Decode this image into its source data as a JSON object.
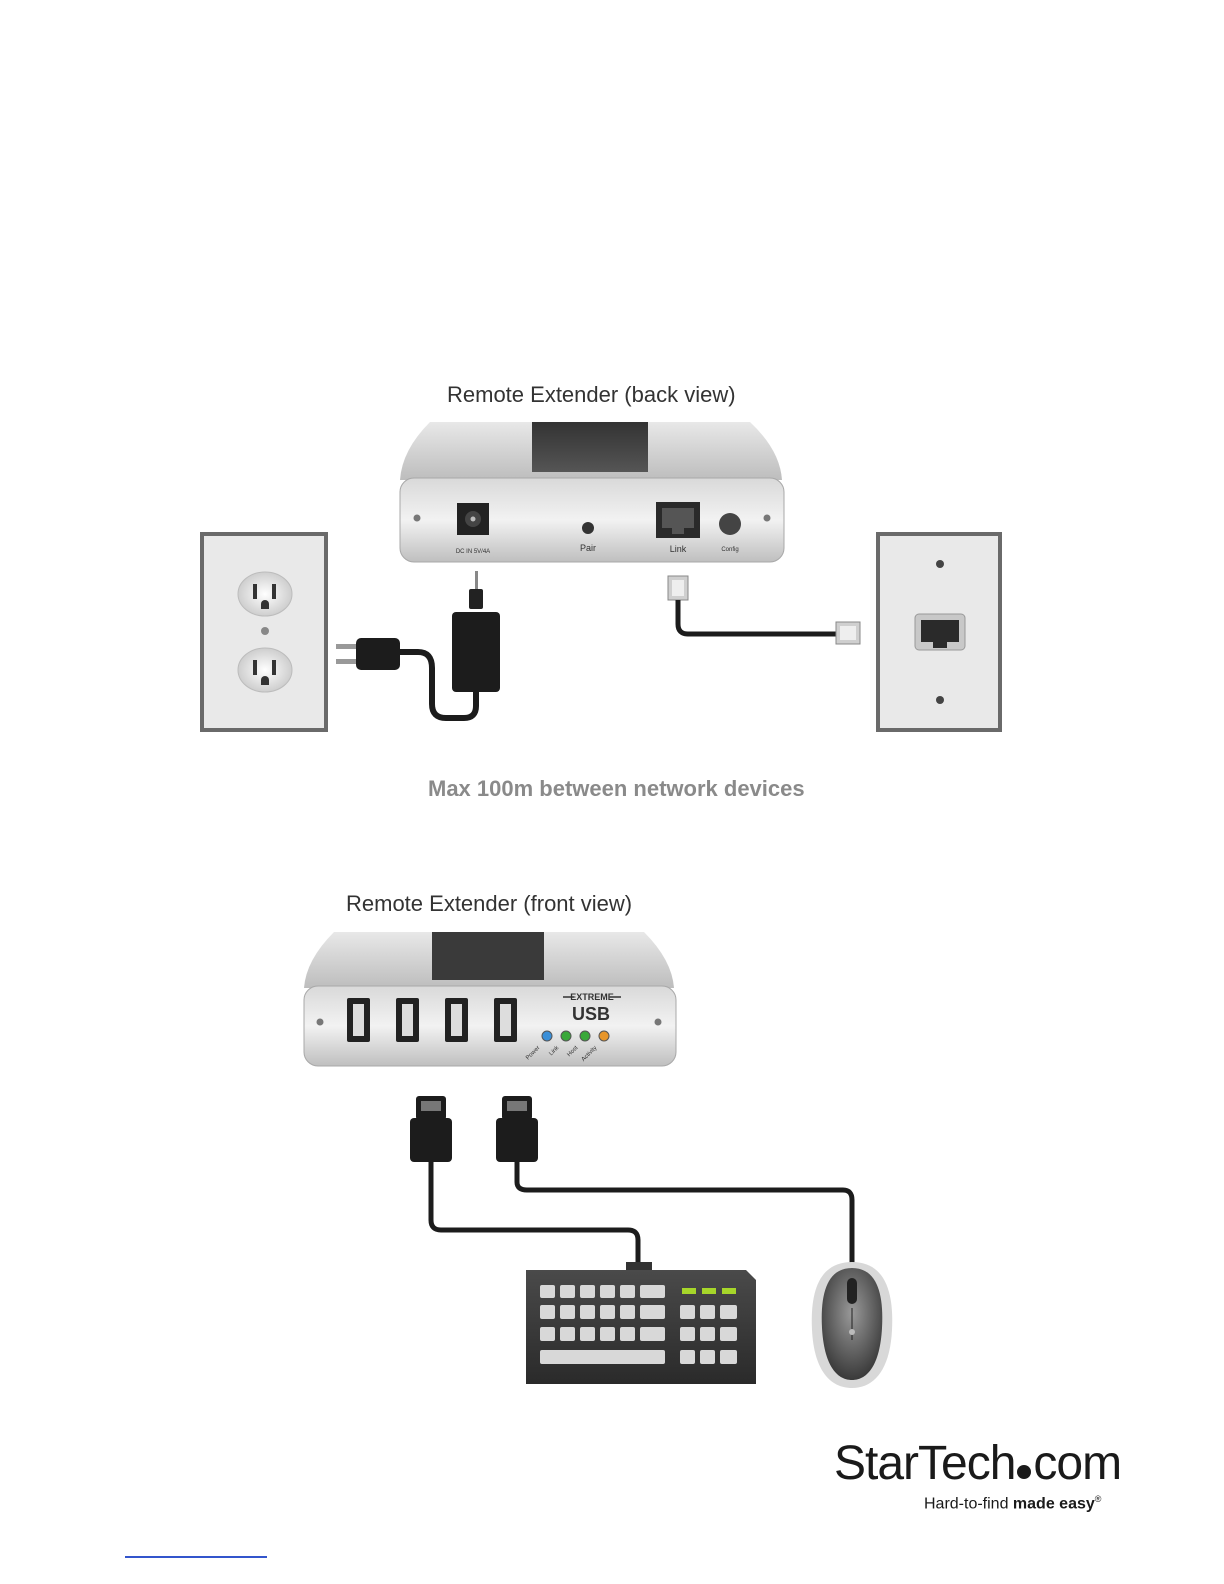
{
  "diagram_back": {
    "caption": "Remote Extender (back view)",
    "ports": {
      "dc_in": "DC IN 5V/4A",
      "pair": "Pair",
      "link": "Link",
      "config": "Config"
    }
  },
  "distance_note": "Max 100m between network devices",
  "diagram_front": {
    "caption": "Remote Extender (front view)",
    "brand_top": "EXTREME",
    "brand_main": "USB",
    "leds": [
      {
        "label": "Power",
        "color": "#3a8fd8"
      },
      {
        "label": "Link",
        "color": "#3aa83a"
      },
      {
        "label": "Host",
        "color": "#3aa83a"
      },
      {
        "label": "Activity",
        "color": "#e8962a"
      }
    ]
  },
  "logo": {
    "name_part1": "StarTech",
    "name_part2": "com",
    "tagline_regular": "Hard-to-find ",
    "tagline_bold": "made easy"
  }
}
